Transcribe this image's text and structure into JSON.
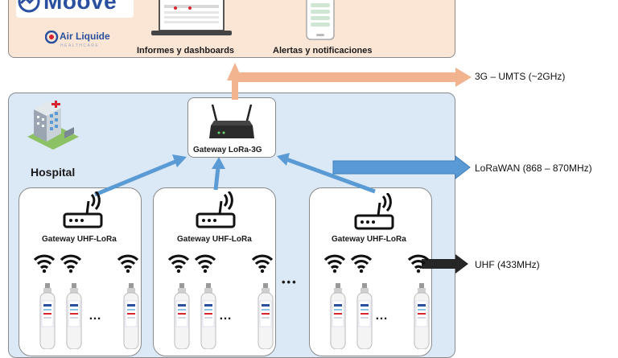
{
  "top": {
    "logo_moove": "Moove",
    "logo_airliquide": "Air Liquide",
    "logo_healthcare": "HEALTHCARE",
    "reports_label": "Informes y dashboards",
    "alerts_label": "Alertas y notificaciones"
  },
  "hospital": {
    "label": "Hospital",
    "central_gateway_label": "Gateway LoRa-3G",
    "clusters": [
      {
        "gateway_label": "Gateway UHF-LoRa",
        "ellipsis": "…"
      },
      {
        "gateway_label": "Gateway UHF-LoRa",
        "ellipsis": "…"
      },
      {
        "gateway_label": "Gateway UHF-LoRa",
        "ellipsis": "…"
      }
    ],
    "between_clusters_ellipsis": "•••"
  },
  "links": {
    "umts_label": "3G – UMTS (~2GHz)",
    "lorawan_label": "LoRaWAN (868 – 870MHz)",
    "uhf_label": "UHF (433MHz)"
  },
  "colors": {
    "umts_arrow": "#f2b48f",
    "lorawan_arrow": "#5b9bd5",
    "uhf_arrow": "#262626",
    "top_panel": "#fbe6d6",
    "hospital_panel": "#dbe8f5"
  }
}
